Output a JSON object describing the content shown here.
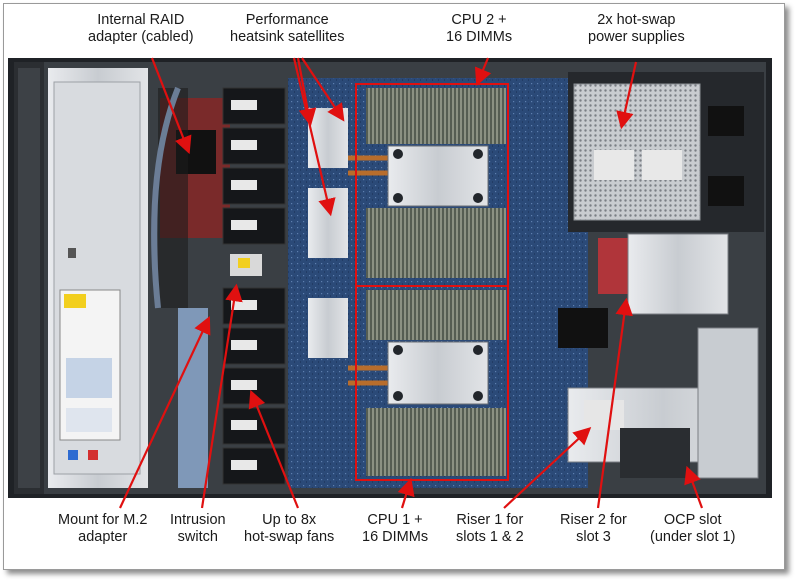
{
  "figure": {
    "labels": {
      "raid": [
        "Internal RAID",
        "adapter (cabled)"
      ],
      "heatsink": [
        "Performance",
        "heatsink satellites"
      ],
      "cpu2": [
        "CPU 2 +",
        "16 DIMMs"
      ],
      "psu": [
        "2x hot-swap",
        "power supplies"
      ],
      "m2": [
        "Mount for M.2",
        "adapter"
      ],
      "intrusion": [
        "Intrusion",
        "switch"
      ],
      "fans": [
        "Up to 8x",
        "hot-swap fans"
      ],
      "cpu1": [
        "CPU 1 +",
        "16 DIMMs"
      ],
      "riser1": [
        "Riser 1 for",
        "slots 1 & 2"
      ],
      "riser2": [
        "Riser 2 for",
        "slot 3"
      ],
      "ocp": [
        "OCP slot",
        "(under slot 1)"
      ]
    },
    "colors": {
      "annotation": "#e01010",
      "chassis": "#3a3f44",
      "board": "#2a4a78"
    }
  }
}
